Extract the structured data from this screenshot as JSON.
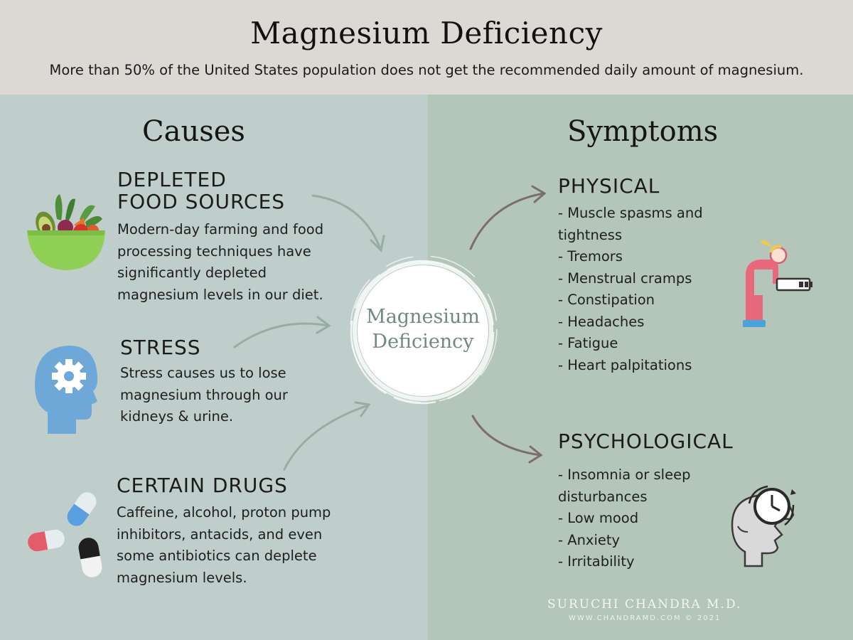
{
  "header": {
    "title": "Magnesium Deficiency",
    "subtitle": "More than 50% of the United States population does not get the recommended daily amount of magnesium."
  },
  "causes": {
    "title": "Causes",
    "food": {
      "heading_line1": "DEPLETED",
      "heading_line2": "FOOD SOURCES",
      "text": "Modern-day farming and food processing techniques have significantly depleted magnesium levels in our diet.",
      "icon": "salad-bowl-icon"
    },
    "stress": {
      "heading": "STRESS",
      "text": "Stress causes us to lose magnesium through our kidneys & urine.",
      "icon": "head-gear-icon"
    },
    "drugs": {
      "heading": "CERTAIN DRUGS",
      "text": "Caffeine, alcohol, proton pump inhibitors, antacids, and even some antibiotics can deplete magnesium levels.",
      "icon": "pills-icon"
    }
  },
  "center": {
    "line1": "Magnesium",
    "line2": "Deficiency"
  },
  "symptoms": {
    "title": "Symptoms",
    "physical": {
      "heading": "PHYSICAL",
      "items": [
        "- Muscle spasms and tightness",
        "- Tremors",
        "- Menstrual cramps",
        "- Constipation",
        "- Headaches",
        "- Fatigue",
        "- Heart palpitations"
      ],
      "icon": "tired-person-battery-icon"
    },
    "psychological": {
      "heading": "PSYCHOLOGICAL",
      "items": [
        "- Insomnia or sleep disturbances",
        "- Low mood",
        "- Anxiety",
        "- Irritability"
      ],
      "icon": "head-clock-icon"
    }
  },
  "footer": {
    "author": "SURUCHI CHANDRA M.D.",
    "website": "WWW.CHANDRAMD.COM © 2021"
  },
  "colors": {
    "header_bg": "#dcd9d5",
    "causes_bg": "#bfcecb",
    "symptoms_bg": "#b4c5b9",
    "cause_arrow": "#98aca4",
    "symptom_arrow": "#7b6f66",
    "center_text": "#6f8a80"
  }
}
